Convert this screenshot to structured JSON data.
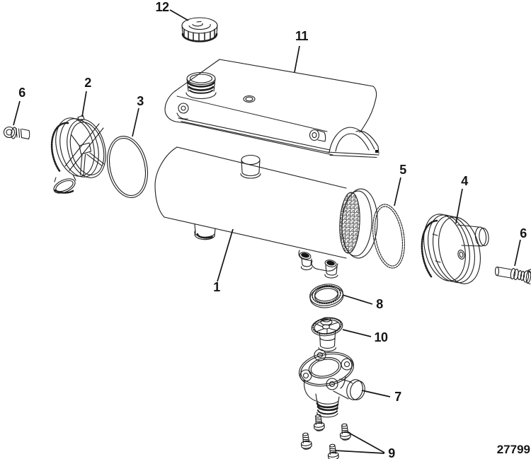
{
  "diagram": {
    "background": "#ffffff",
    "line_color": "#1e1e1e",
    "drawing_number": "27799",
    "callouts": [
      {
        "label": "1",
        "part": "heat-exchanger-body"
      },
      {
        "label": "2",
        "part": "end-cover-front"
      },
      {
        "label": "3",
        "part": "o-ring-front"
      },
      {
        "label": "4",
        "part": "end-cover-rear"
      },
      {
        "label": "5",
        "part": "o-ring-rear"
      },
      {
        "label": "6",
        "part": "plug-left"
      },
      {
        "label": "6",
        "part": "plug-right"
      },
      {
        "label": "7",
        "part": "thermostat-housing"
      },
      {
        "label": "8",
        "part": "seal-ring"
      },
      {
        "label": "9",
        "part": "screws"
      },
      {
        "label": "10",
        "part": "thermostat"
      },
      {
        "label": "11",
        "part": "top-cover"
      },
      {
        "label": "12",
        "part": "pressure-cap"
      }
    ]
  }
}
